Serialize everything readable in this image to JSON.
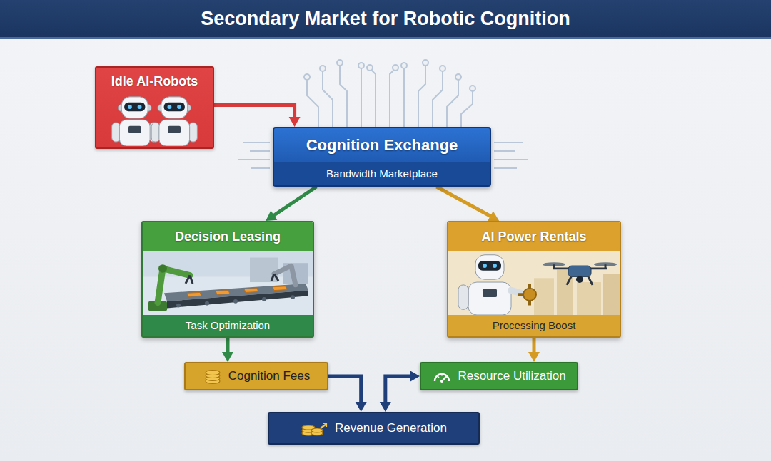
{
  "diagram": {
    "title": "Secondary Market for Robotic Cognition",
    "nodes": [
      {
        "text": [
          "Idle AI-Robots"
        ]
      },
      {
        "text": [
          "Cognition Exchange",
          "Bandwidth Marketplace"
        ]
      },
      {
        "text": [
          "Decision Leasing",
          "Task Optimization"
        ]
      },
      {
        "text": [
          "AI Power Rentals",
          "Processing Boost"
        ]
      },
      {
        "text": [
          "Cognition Fees"
        ]
      },
      {
        "text": [
          "Resource Utilization"
        ]
      },
      {
        "text": [
          "Revenue Generation"
        ]
      }
    ],
    "edges": [
      {
        "from": 0,
        "to": 1,
        "arrow": "to"
      },
      {
        "from": 1,
        "to": 2,
        "arrow": "to"
      },
      {
        "from": 1,
        "to": 3,
        "arrow": "to"
      },
      {
        "from": 2,
        "to": 4,
        "arrow": "to"
      },
      {
        "from": 3,
        "to": 5,
        "arrow": "to"
      },
      {
        "from": 4,
        "to": 6,
        "arrow": "to"
      },
      {
        "from": 5,
        "to": 6,
        "arrow": "both"
      }
    ]
  }
}
